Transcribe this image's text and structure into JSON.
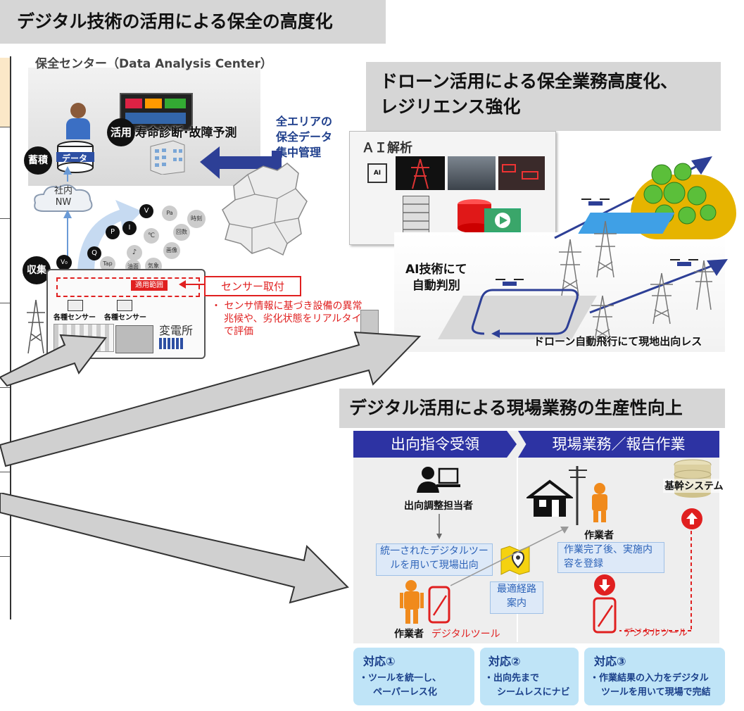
{
  "header": {
    "main_title": "デジタル技術の活用による保全の高度化",
    "drone_title_line1": "ドローン活用による保全業務高度化、",
    "drone_title_line2": "レジリエンス強化",
    "field_title": "デジタル活用による現場業務の生産性向上"
  },
  "center": {
    "title": "保全センター（Data Analysis Center）",
    "use_badge": "活用",
    "use_text": "寿命診断･故障予測",
    "store_badge": "蓄積",
    "data_label": "データ",
    "network_line1": "社内",
    "network_line2": "NW",
    "collect_badge": "収集",
    "area_line1": "全エリアの",
    "area_line2": "保全データ",
    "area_line3": "集中管理",
    "scope_label": "適用範囲",
    "sensor1": "各種センサー",
    "sensor2": "各種センサー",
    "substation": "変電所",
    "sensor_callout": "センサー取付",
    "sensor_note_line1": "センサ情報に基づき設備の異常",
    "sensor_note_line2": "兆候や、劣化状態をリアルタイム",
    "sensor_note_line3": "で評価",
    "bullets": [
      "V",
      "I",
      "Pa",
      "時刻",
      "P",
      "℃",
      "回数",
      "Q",
      "♪",
      "画像",
      "Tap",
      "気象",
      "V₀",
      "油面"
    ]
  },
  "drone": {
    "ai_title": "ＡＩ解析",
    "ai_chip": "AI",
    "ai_judge_line1": "AI技術にて",
    "ai_judge_line2": "自動判別",
    "auto_flight": "ドローン自動飛行にて現地出向レス"
  },
  "field": {
    "sec_left": "出向指令受領",
    "sec_right": "現場業務／報告作業",
    "coordinator": "出向調整担当者",
    "unified_line1": "統一されたデジタルツー",
    "unified_line2": "ルを用いて現場出向",
    "worker_left": "作業者",
    "digital_tool_left": "デジタルツール",
    "route_line1": "最適経路",
    "route_line2": "案内",
    "worker_right": "作業者",
    "register_line1": "作業完了後、実施内",
    "register_line2": "容を登録",
    "core_system": "基幹システム",
    "digital_tool_right": "デジタルツール",
    "resp1_title": "対応①",
    "resp1_line1": "・ツールを統一し、",
    "resp1_line2": "ペーパーレス化",
    "resp2_title": "対応②",
    "resp2_line1": "・出向先まで",
    "resp2_line2": "シームレスにナビ",
    "resp3_title": "対応③",
    "resp3_line1": "・作業結果の入力をデジタル",
    "resp3_line2": "ツールを用いて現場で完結"
  },
  "colors": {
    "banner": "#d6d6d6",
    "navy": "#2d33a3",
    "red": "#e02020",
    "light_blue": "#bfe4f7",
    "orange": "#f08a1c"
  }
}
